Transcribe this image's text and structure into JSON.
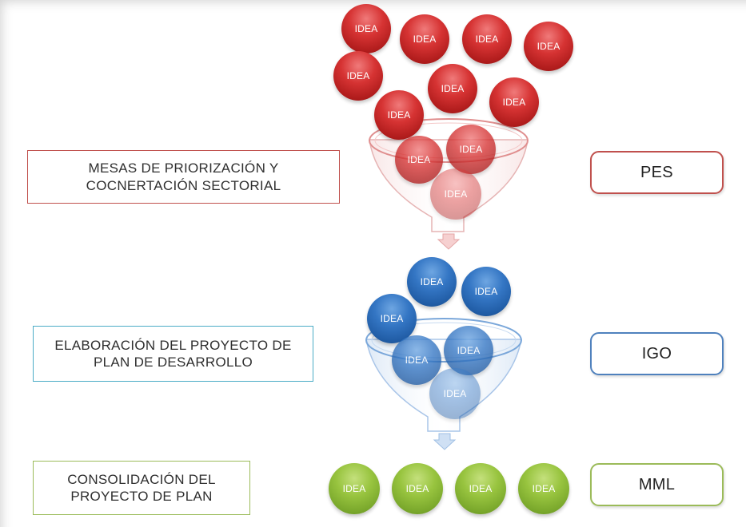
{
  "stages": [
    {
      "text": "MESAS DE PRIORIZACIÓN Y COCNERTACIÓN SECTORIAL",
      "color": "#c0504d"
    },
    {
      "text": "ELABORACIÓN DEL PROYECTO DE PLAN DE DESARROLLO",
      "color": "#4bacc6"
    },
    {
      "text": "CONSOLIDACIÓN DEL PROYECTO DE PLAN",
      "color": "#9bbb59"
    }
  ],
  "labels": [
    {
      "text": "PES",
      "color": "#c0504d"
    },
    {
      "text": "IGO",
      "color": "#4f81bd"
    },
    {
      "text": "MML",
      "color": "#9bbb59"
    }
  ],
  "idea_label": "IDEA",
  "idea_colors": {
    "red": "#c0504d",
    "blue": "#4f81bd",
    "green": "#9bbb59"
  }
}
